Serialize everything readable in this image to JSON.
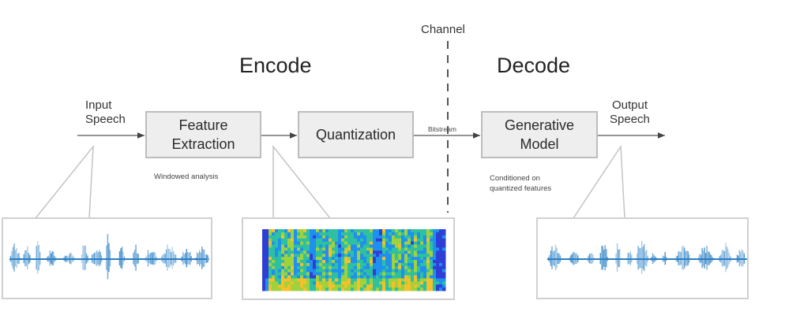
{
  "diagram": {
    "sections": {
      "encode": "Encode",
      "decode": "Decode",
      "channel": "Channel"
    },
    "input_label": [
      "Input",
      "Speech"
    ],
    "output_label": [
      "Output",
      "Speech"
    ],
    "blocks": [
      {
        "id": "feature-extraction",
        "lines": [
          "Feature",
          "Extraction"
        ],
        "note": [
          "Windowed analysis"
        ]
      },
      {
        "id": "quantization",
        "lines": [
          "Quantization"
        ],
        "note": []
      },
      {
        "id": "generative-model",
        "lines": [
          "Generative",
          "Model"
        ],
        "note": [
          "Conditioned on",
          "quantized features"
        ]
      }
    ],
    "bitstream_label": "Bitstream",
    "panels": [
      {
        "id": "input-waveform",
        "type": "waveform",
        "color": "#2a7fc4"
      },
      {
        "id": "spectrogram",
        "type": "spectrogram",
        "colormap": [
          "#2e3fd6",
          "#1f8ff0",
          "#2fc0a0",
          "#9fd23c",
          "#f5c02a"
        ]
      },
      {
        "id": "output-waveform",
        "type": "waveform",
        "color": "#2a7fc4"
      }
    ],
    "colors": {
      "line": "#555555",
      "block_fill": "#eeeeee",
      "block_border": "#bdbdbd",
      "callout": "#c8c8c8"
    }
  }
}
